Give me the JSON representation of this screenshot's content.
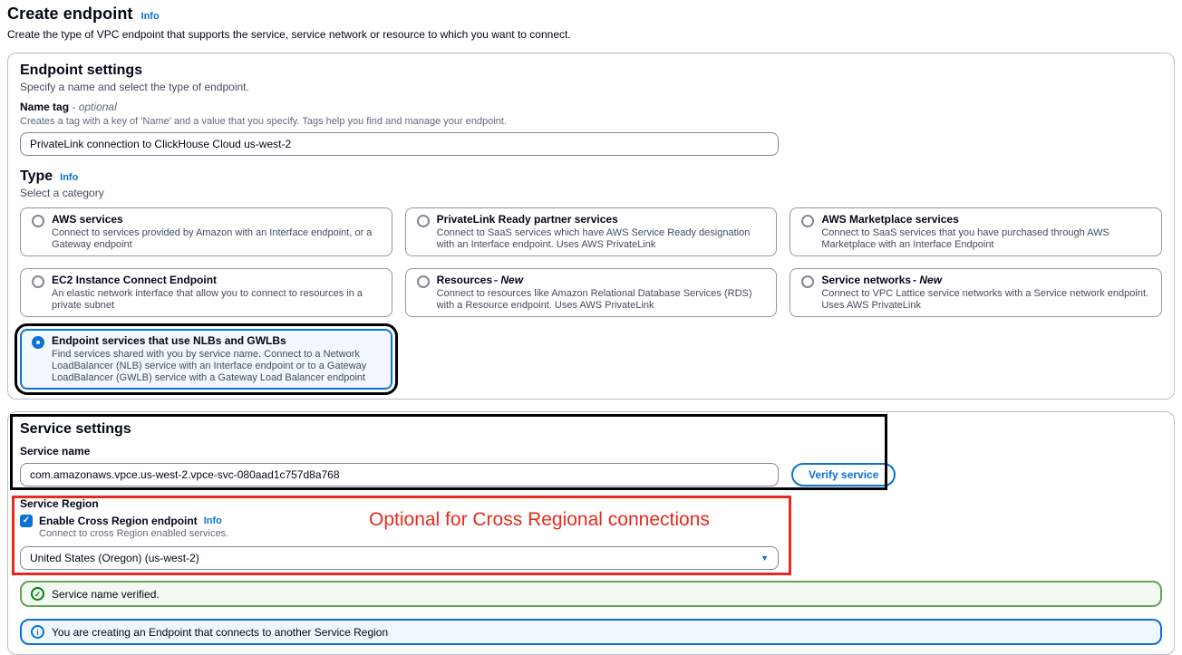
{
  "colors": {
    "accent_blue": "#0972d3",
    "annotation_red": "#e8291c",
    "annotation_black": "#000000",
    "success_green": "#037f0c",
    "selected_tile_bg": "#f2f8fd"
  },
  "icons": {
    "caret_down": "▼",
    "check": "✓",
    "info": "i"
  },
  "page": {
    "title": "Create endpoint",
    "info_link": "Info",
    "description": "Create the type of VPC endpoint that supports the service, service network or resource to which you want to connect."
  },
  "endpoint_settings": {
    "title": "Endpoint settings",
    "subtitle": "Specify a name and select the type of endpoint.",
    "name_tag": {
      "label": "Name tag",
      "optional_suffix": "- optional",
      "constraint": "Creates a tag with a key of 'Name' and a value that you specify. Tags help you find and manage your endpoint.",
      "value": "PrivateLink connection to ClickHouse Cloud us-west-2"
    },
    "type": {
      "label": "Type",
      "info_link": "Info",
      "subtitle": "Select a category",
      "options": [
        {
          "title": "AWS services",
          "suffix": "",
          "description": "Connect to services provided by Amazon with an Interface endpoint, or a Gateway endpoint"
        },
        {
          "title": "PrivateLink Ready partner services",
          "suffix": "",
          "description": "Connect to SaaS services which have AWS Service Ready designation with an Interface endpoint. Uses AWS PrivateLink"
        },
        {
          "title": "AWS Marketplace services",
          "suffix": "",
          "description": "Connect to SaaS services that you have purchased through AWS Marketplace with an Interface Endpoint"
        },
        {
          "title": "EC2 Instance Connect Endpoint",
          "suffix": "",
          "description": "An elastic network interface that allow you to connect to resources in a private subnet"
        },
        {
          "title": "Resources",
          "suffix": "- New",
          "description": "Connect to resources like Amazon Relational Database Services (RDS) with a Resource endpoint. Uses AWS PrivateLink"
        },
        {
          "title": "Service networks",
          "suffix": "- New",
          "description": "Connect to VPC Lattice service networks with a Service network endpoint. Uses AWS PrivateLink"
        },
        {
          "title": "Endpoint services that use NLBs and GWLBs",
          "suffix": "",
          "description": "Find services shared with you by service name. Connect to a Network LoadBalancer (NLB) service with an Interface endpoint or to a Gateway LoadBalancer (GWLB) service with a Gateway Load Balancer endpoint"
        }
      ]
    }
  },
  "service_settings": {
    "title": "Service settings",
    "service_name_label": "Service name",
    "service_name_value": "com.amazonaws.vpce.us-west-2.vpce-svc-080aad1c757d8a768",
    "verify_button": "Verify service",
    "service_region_label": "Service Region",
    "cross_region_checkbox": "Enable Cross Region endpoint",
    "cross_region_info": "Info",
    "cross_region_description": "Connect to cross Region enabled services.",
    "region_value": "United States (Oregon) (us-west-2)",
    "annotation_text": "Optional for Cross Regional connections",
    "success_alert": "Service name verified.",
    "info_alert": "You are creating an Endpoint that connects to another Service Region"
  }
}
